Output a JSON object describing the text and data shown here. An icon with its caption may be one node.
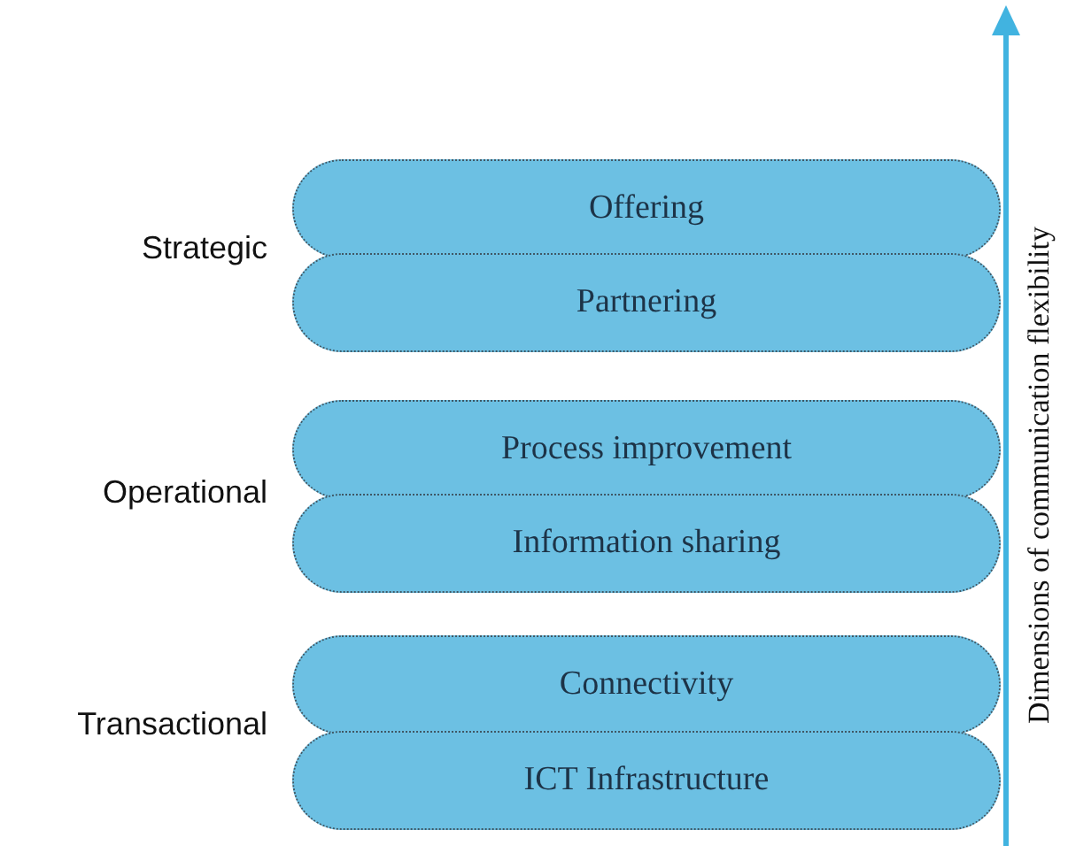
{
  "diagram": {
    "nodes": [
      {
        "text": [
          "Offering"
        ]
      },
      {
        "text": [
          "Partnering"
        ]
      },
      {
        "text": [
          "Process improvement"
        ]
      },
      {
        "text": [
          "Information sharing"
        ]
      },
      {
        "text": [
          "Connectivity"
        ]
      },
      {
        "text": [
          "ICT Infrastructure"
        ]
      }
    ],
    "labels": [
      "Strategic",
      "Operational",
      "Transactional",
      "Dimensions of communication flexibility"
    ]
  }
}
